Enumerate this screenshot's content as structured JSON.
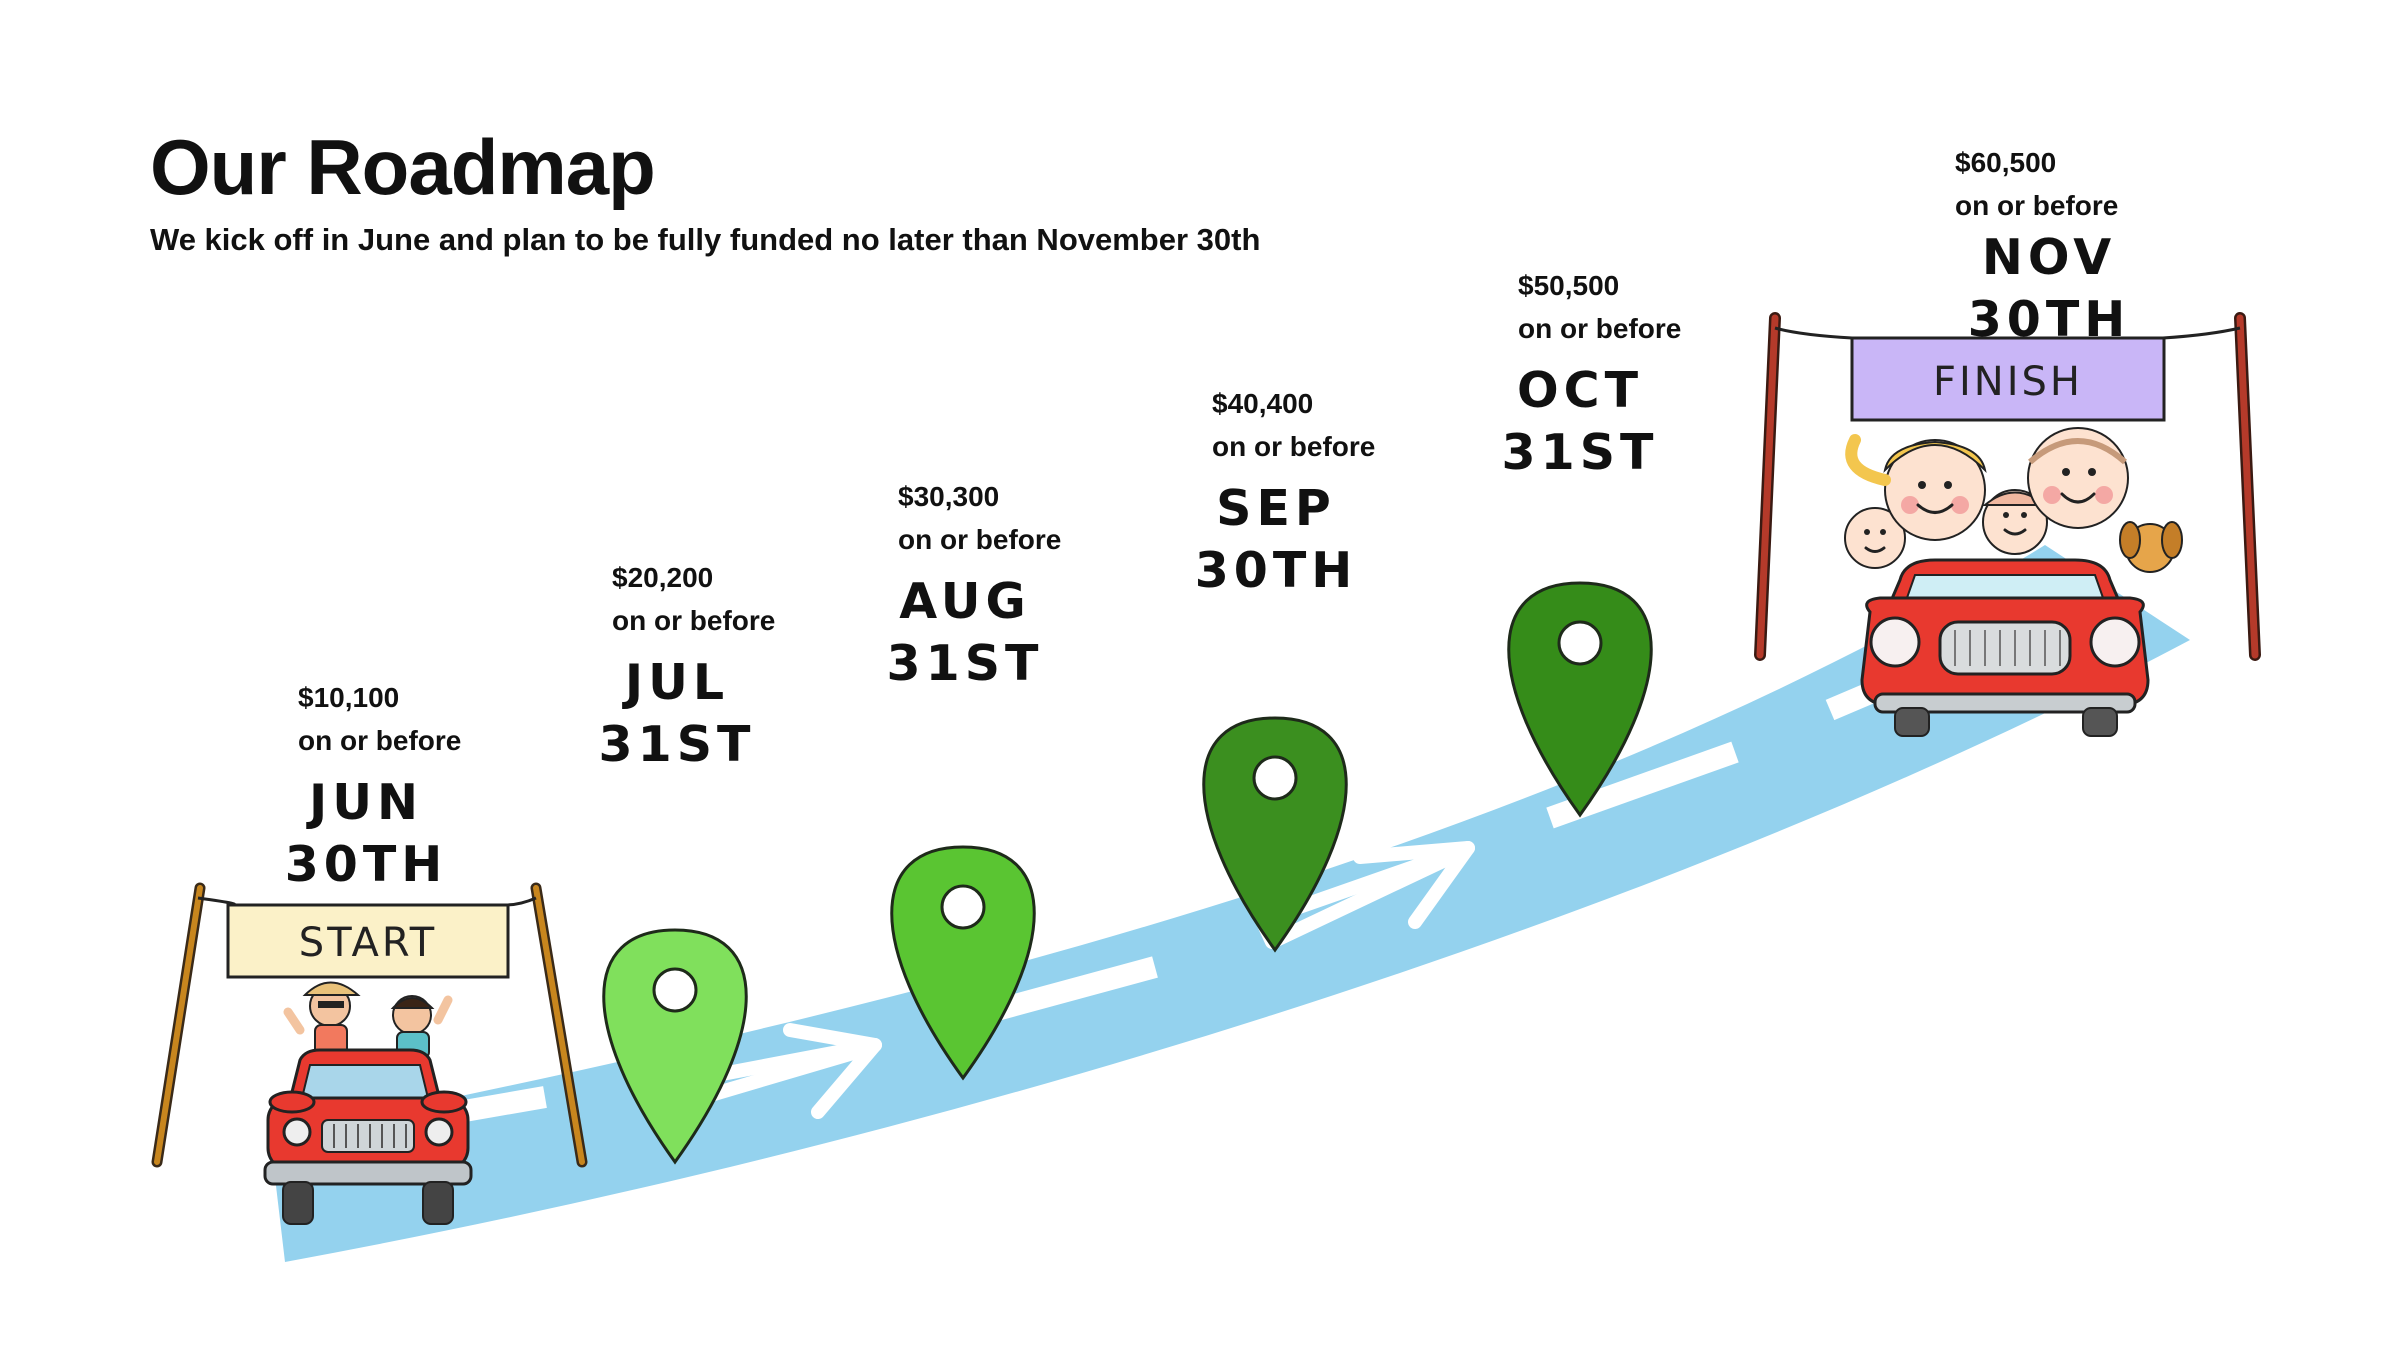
{
  "header": {
    "title": "Our Roadmap",
    "subtitle": "We kick off in June and plan to be fully funded no later than November 30th"
  },
  "milestones": [
    {
      "amount": "$10,100",
      "qualifier": "on or before",
      "month": "JUN",
      "day": "30TH",
      "pin_color": "none"
    },
    {
      "amount": "$20,200",
      "qualifier": "on or before",
      "month": "JUL",
      "day": "31ST",
      "pin_color": "#7fe05a"
    },
    {
      "amount": "$30,300",
      "qualifier": "on or before",
      "month": "AUG",
      "day": "31ST",
      "pin_color": "#5ac531"
    },
    {
      "amount": "$40,400",
      "qualifier": "on or before",
      "month": "SEP",
      "day": "30TH",
      "pin_color": "#3a8f1e"
    },
    {
      "amount": "$50,500",
      "qualifier": "on or before",
      "month": "OCT",
      "day": "31ST",
      "pin_color": "#348c18"
    },
    {
      "amount": "$60,500",
      "qualifier": "on or before",
      "month": "NOV",
      "day": "30TH",
      "pin_color": "none"
    }
  ],
  "banners": {
    "start": "START",
    "finish": "FINISH"
  },
  "colors": {
    "road": "#94d2ee",
    "start_banner": "#fbf1c8",
    "finish_banner": "#c9b6f7",
    "car": "#e8392f"
  }
}
